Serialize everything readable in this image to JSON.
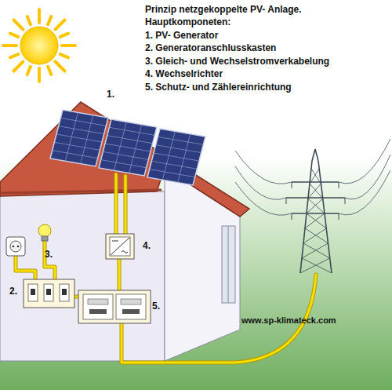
{
  "diagram": {
    "title": "Prinzip netzgekoppelte PV- Anlage.",
    "labels": [
      "Hauptkomponeten:",
      "1. PV- Generator",
      "2. Generatoranschlusskasten",
      "3. Gleich- und Wechselstromverkabelung",
      "4. Wechselrichter",
      "5. Schutz- und Zählereinrichtung",
      "1.",
      "2.",
      "3.",
      "4.",
      "5.",
      "www.sp-klimateck.com"
    ]
  }
}
